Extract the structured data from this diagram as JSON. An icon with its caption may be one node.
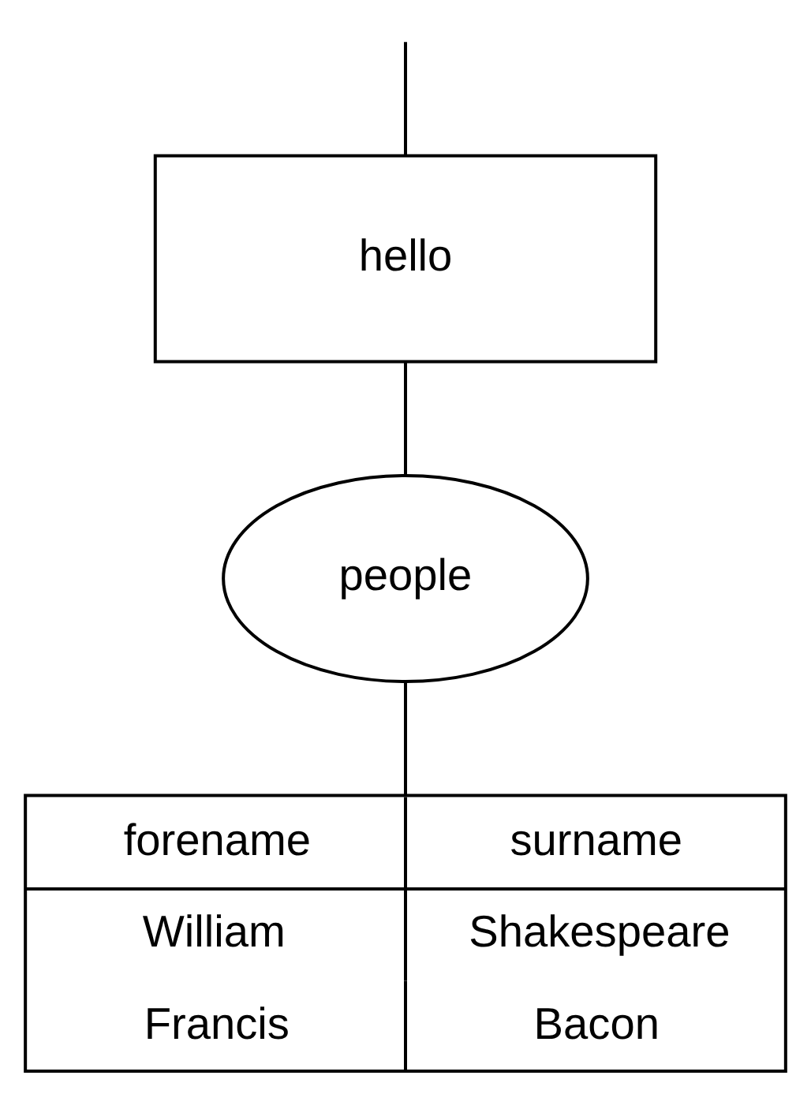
{
  "diagram": {
    "nodes": [
      {
        "text": [
          "hello"
        ]
      },
      {
        "text": [
          "people"
        ]
      },
      {
        "text": [
          "forename",
          "surname",
          "William",
          "Shakespeare",
          "Francis",
          "Bacon"
        ]
      }
    ],
    "edges": [
      {
        "from": null,
        "to": 0,
        "arrow": "none"
      },
      {
        "from": 0,
        "to": 1,
        "arrow": "none"
      },
      {
        "from": 1,
        "to": 2,
        "arrow": "none"
      }
    ]
  }
}
